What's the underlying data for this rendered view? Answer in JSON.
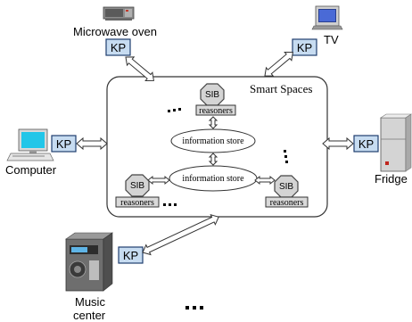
{
  "smart_space": {
    "title": "Smart Spaces"
  },
  "information_store": {
    "label": "information store"
  },
  "sib": {
    "label": "SIB"
  },
  "reasoners": {
    "label": "reasoners"
  },
  "kp": {
    "label": "KP"
  },
  "devices": {
    "microwave": {
      "label": "Microwave oven"
    },
    "tv": {
      "label": "TV"
    },
    "computer": {
      "label": "Computer"
    },
    "fridge": {
      "label": "Fridge"
    },
    "music_line1": "Music",
    "music_line2": "center"
  }
}
